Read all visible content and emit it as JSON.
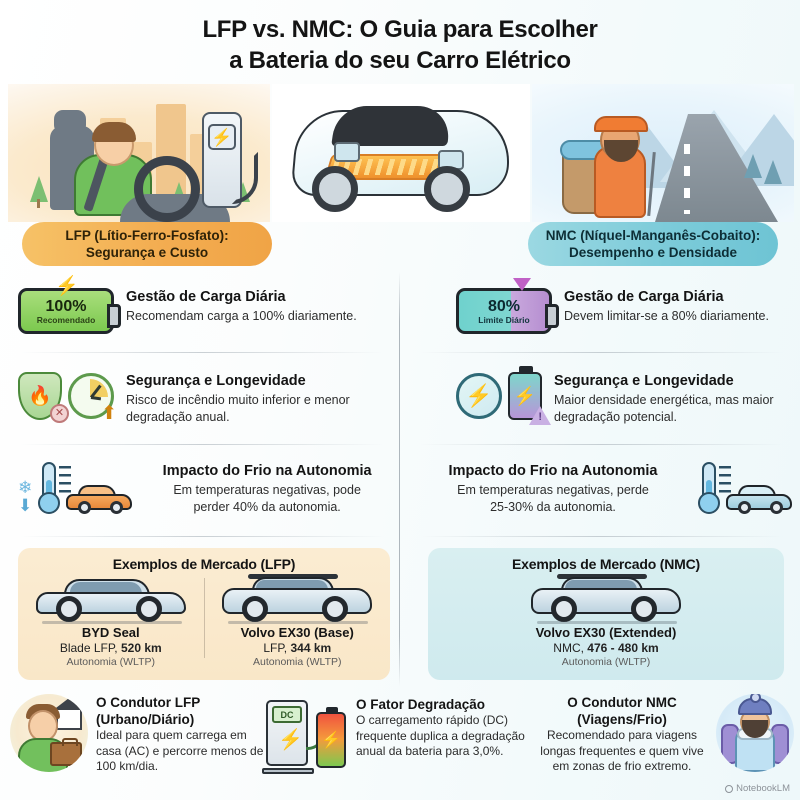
{
  "title": {
    "line1": "LFP vs. NMC: O Guia para Escolher",
    "line2": "a Bateria do seu Carro Elétrico"
  },
  "hero": {
    "left_alt": "urban-driver-charging-station",
    "mid_alt": "ev-cutaway-battery-pack",
    "right_alt": "snowy-mountain-road-hiker",
    "charger_bolt": "⚡"
  },
  "banners": {
    "lfp": {
      "line1": "LFP (Lítio-Ferro-Fosfato):",
      "line2": "Segurança e Custo",
      "color": "#f3ad51"
    },
    "nmc": {
      "line1": "NMC (Níquel-Manganês-Cobaito):",
      "line2": "Desempenho e Densidade",
      "color": "#7ccbd9"
    }
  },
  "lfp": {
    "charge": {
      "title": "Gestão de Carga Diária",
      "body": "Recomendam carga a 100% diariamente.",
      "badge_value": "100%",
      "badge_label": "Recomendado",
      "bolt": "⚡"
    },
    "safety": {
      "title": "Segurança e Longevidade",
      "body": "Risco de incêndio muito inferior e menor degradação anual.",
      "shield_glyph": "🔥",
      "no_glyph": "✕",
      "arrow_glyph": "⬆"
    },
    "cold": {
      "title": "Impacto do Frio na Autonomia",
      "body_line1": "Em temperaturas negativas, pode",
      "body_line2": "perder 40% da autonomia.",
      "snow_glyph": "❄",
      "down_glyph": "⬇"
    },
    "market": {
      "title": "Exemplos de Mercado (LFP)",
      "cars": [
        {
          "name": "BYD Seal",
          "spec_plain": "Blade LFP, ",
          "spec_bold": "520 km",
          "note": "Autonomia (WLTP)"
        },
        {
          "name": "Volvo EX30 (Base)",
          "spec_plain": "LFP, ",
          "spec_bold": "344 km",
          "note": "Autonomia (WLTP)"
        }
      ]
    }
  },
  "nmc": {
    "charge": {
      "title": "Gestão de Carga Diária",
      "body": "Devem limitar-se a 80% diariamente.",
      "badge_value": "80%",
      "badge_label": "Limite Diário"
    },
    "safety": {
      "title": "Segurança e Longevidade",
      "body": "Maior densidade energética, mas maior degradação potencial.",
      "circle_glyph": "⚡",
      "batt_glyph": "⚡",
      "warn_glyph": "!"
    },
    "cold": {
      "title": "Impacto do Frio na Autonomia",
      "body_line1": "Em temperaturas negativas, perde",
      "body_line2": "25-30% da autonomia."
    },
    "market": {
      "title": "Exemplos de Mercado (NMC)",
      "cars": [
        {
          "name": "Volvo EX30 (Extended)",
          "spec_plain": "NMC, ",
          "spec_bold": "476 - 480 km",
          "note": "Autonomia (WLTP)"
        }
      ]
    }
  },
  "bottom": {
    "driver_lfp": {
      "title_line1": "O Condutor LFP",
      "title_line2": "(Urbano/Diário)",
      "body": "Ideal para quem carrega em casa (AC) e percorre menos de 100 km/dia."
    },
    "degradation": {
      "title": "O Fator Degradação",
      "body": "O carregamento rápido (DC) frequente duplica a degradação anual da bateria para 3,0%.",
      "pump_label": "DC",
      "pump_bolt": "⚡",
      "batt_bolt": "⚡"
    },
    "driver_nmc": {
      "title_line1": "O Condutor NMC",
      "title_line2": "(Viagens/Frio)",
      "body": "Recomendado para viagens longas frequentes e quem vive em zonas de frio extremo."
    }
  },
  "watermark": {
    "label": "NotebookLM"
  }
}
